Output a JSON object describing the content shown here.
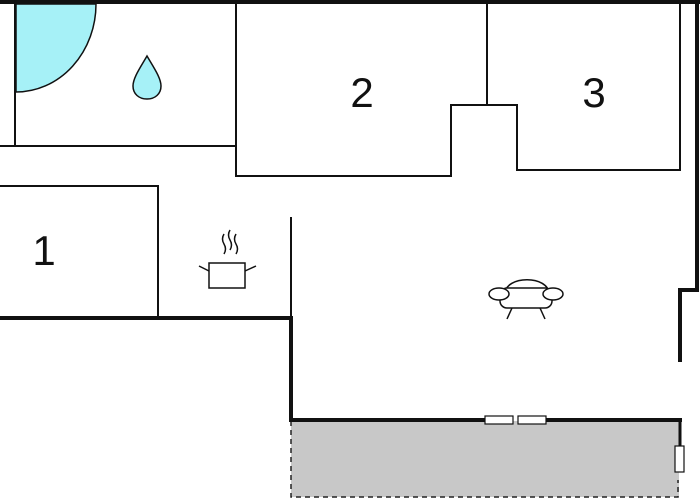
{
  "floorplan": {
    "rooms": [
      {
        "label": "1",
        "type": "bedroom"
      },
      {
        "label": "2",
        "type": "bedroom"
      },
      {
        "label": "3",
        "type": "bedroom"
      }
    ],
    "symbols": {
      "bathroom": "water-drop-icon",
      "kitchen": "cooking-pot-icon",
      "living": "sofa-icon",
      "shower": "shower-tray"
    },
    "terrace": {
      "style": "dashed",
      "fill": "#c8c8c8"
    },
    "colors": {
      "wall": "#111111",
      "water": "#a6f1f7",
      "terrace": "#c8c8c8",
      "background": "#ffffff"
    }
  }
}
